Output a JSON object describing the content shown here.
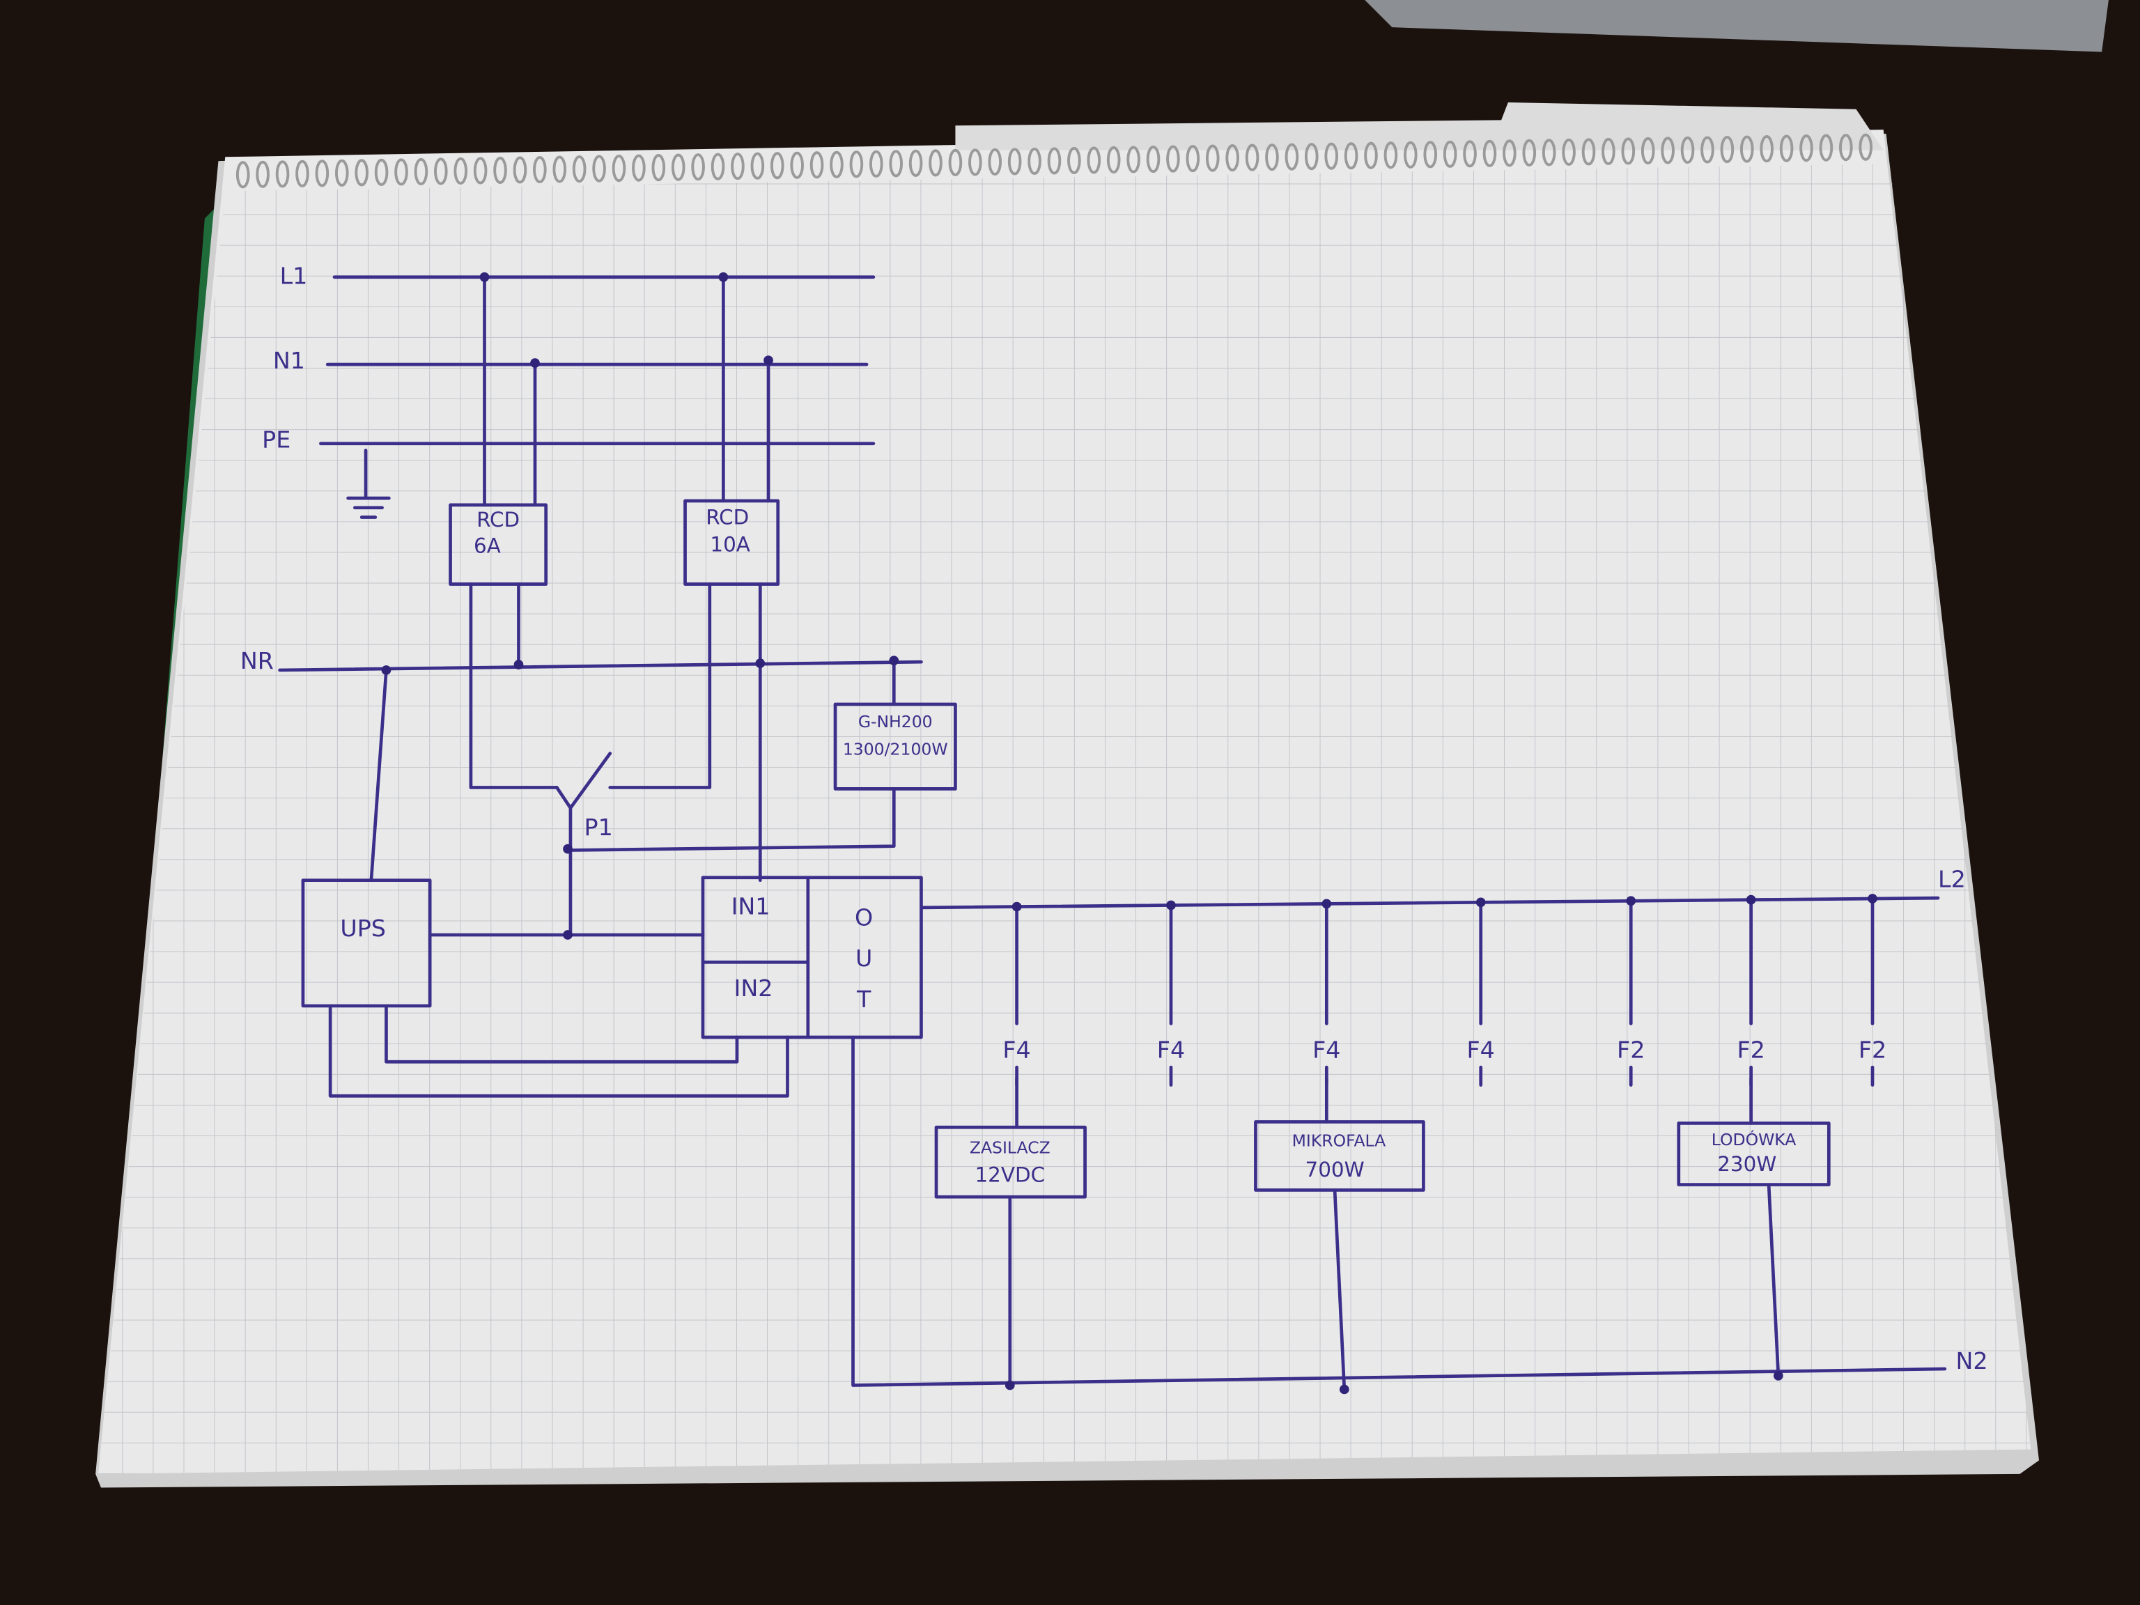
{
  "colors": {
    "background": "#1b120e",
    "paper": "#e9e9ea",
    "ink": "#3b2f8a",
    "grid": "#b9bcc2"
  },
  "bus_labels": {
    "l1": "L1",
    "n1": "N1",
    "pe": "PE",
    "nr": "NR",
    "l2": "L2",
    "n2": "N2"
  },
  "rcd1": {
    "line1": "RCD",
    "line2": "6A"
  },
  "rcd2": {
    "line1": "RCD",
    "line2": "10A"
  },
  "generator": {
    "line1": "G-NH200",
    "line2": "1300/2100W"
  },
  "switch_label": "P1",
  "ups_label": "UPS",
  "ats": {
    "in1": "IN1",
    "in2": "IN2",
    "out": [
      "O",
      "U",
      "T"
    ]
  },
  "fuses": [
    "F4",
    "F4",
    "F4",
    "F4",
    "F2",
    "F2",
    "F2"
  ],
  "loads": [
    {
      "line1": "ZASILACZ",
      "line2": "12VDC"
    },
    {
      "line1": "MIKROFALA",
      "line2": "700W"
    },
    {
      "line1": "LODÓWKA",
      "line2": "230W"
    }
  ]
}
